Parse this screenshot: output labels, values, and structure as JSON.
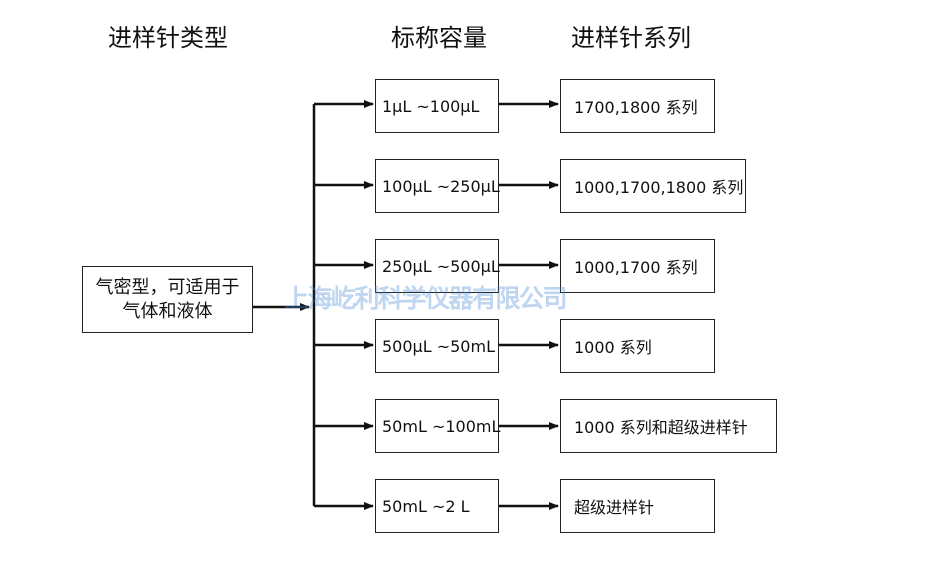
{
  "headers": {
    "type": "进样针类型",
    "capacity": "标称容量",
    "series": "进样针系列"
  },
  "source": {
    "label": "气密型，可适用于气体和液体"
  },
  "rows": [
    {
      "capacity": "1μL ~100μL",
      "series": "1700,1800 系列"
    },
    {
      "capacity": "100μL ~250μL",
      "series": "1000,1700,1800 系列"
    },
    {
      "capacity": "250μL ~500μL",
      "series": "1000,1700 系列"
    },
    {
      "capacity": "500μL ~50mL",
      "series": "1000 系列"
    },
    {
      "capacity": "50mL ~100mL",
      "series": "1000 系列和超级进样针"
    },
    {
      "capacity": "50mL ~2 L",
      "series": "超级进样针"
    }
  ],
  "watermark": "上海屹利科学仪器有限公司",
  "colors": {
    "line": "#111111",
    "watermark": "#4a8cd6"
  }
}
